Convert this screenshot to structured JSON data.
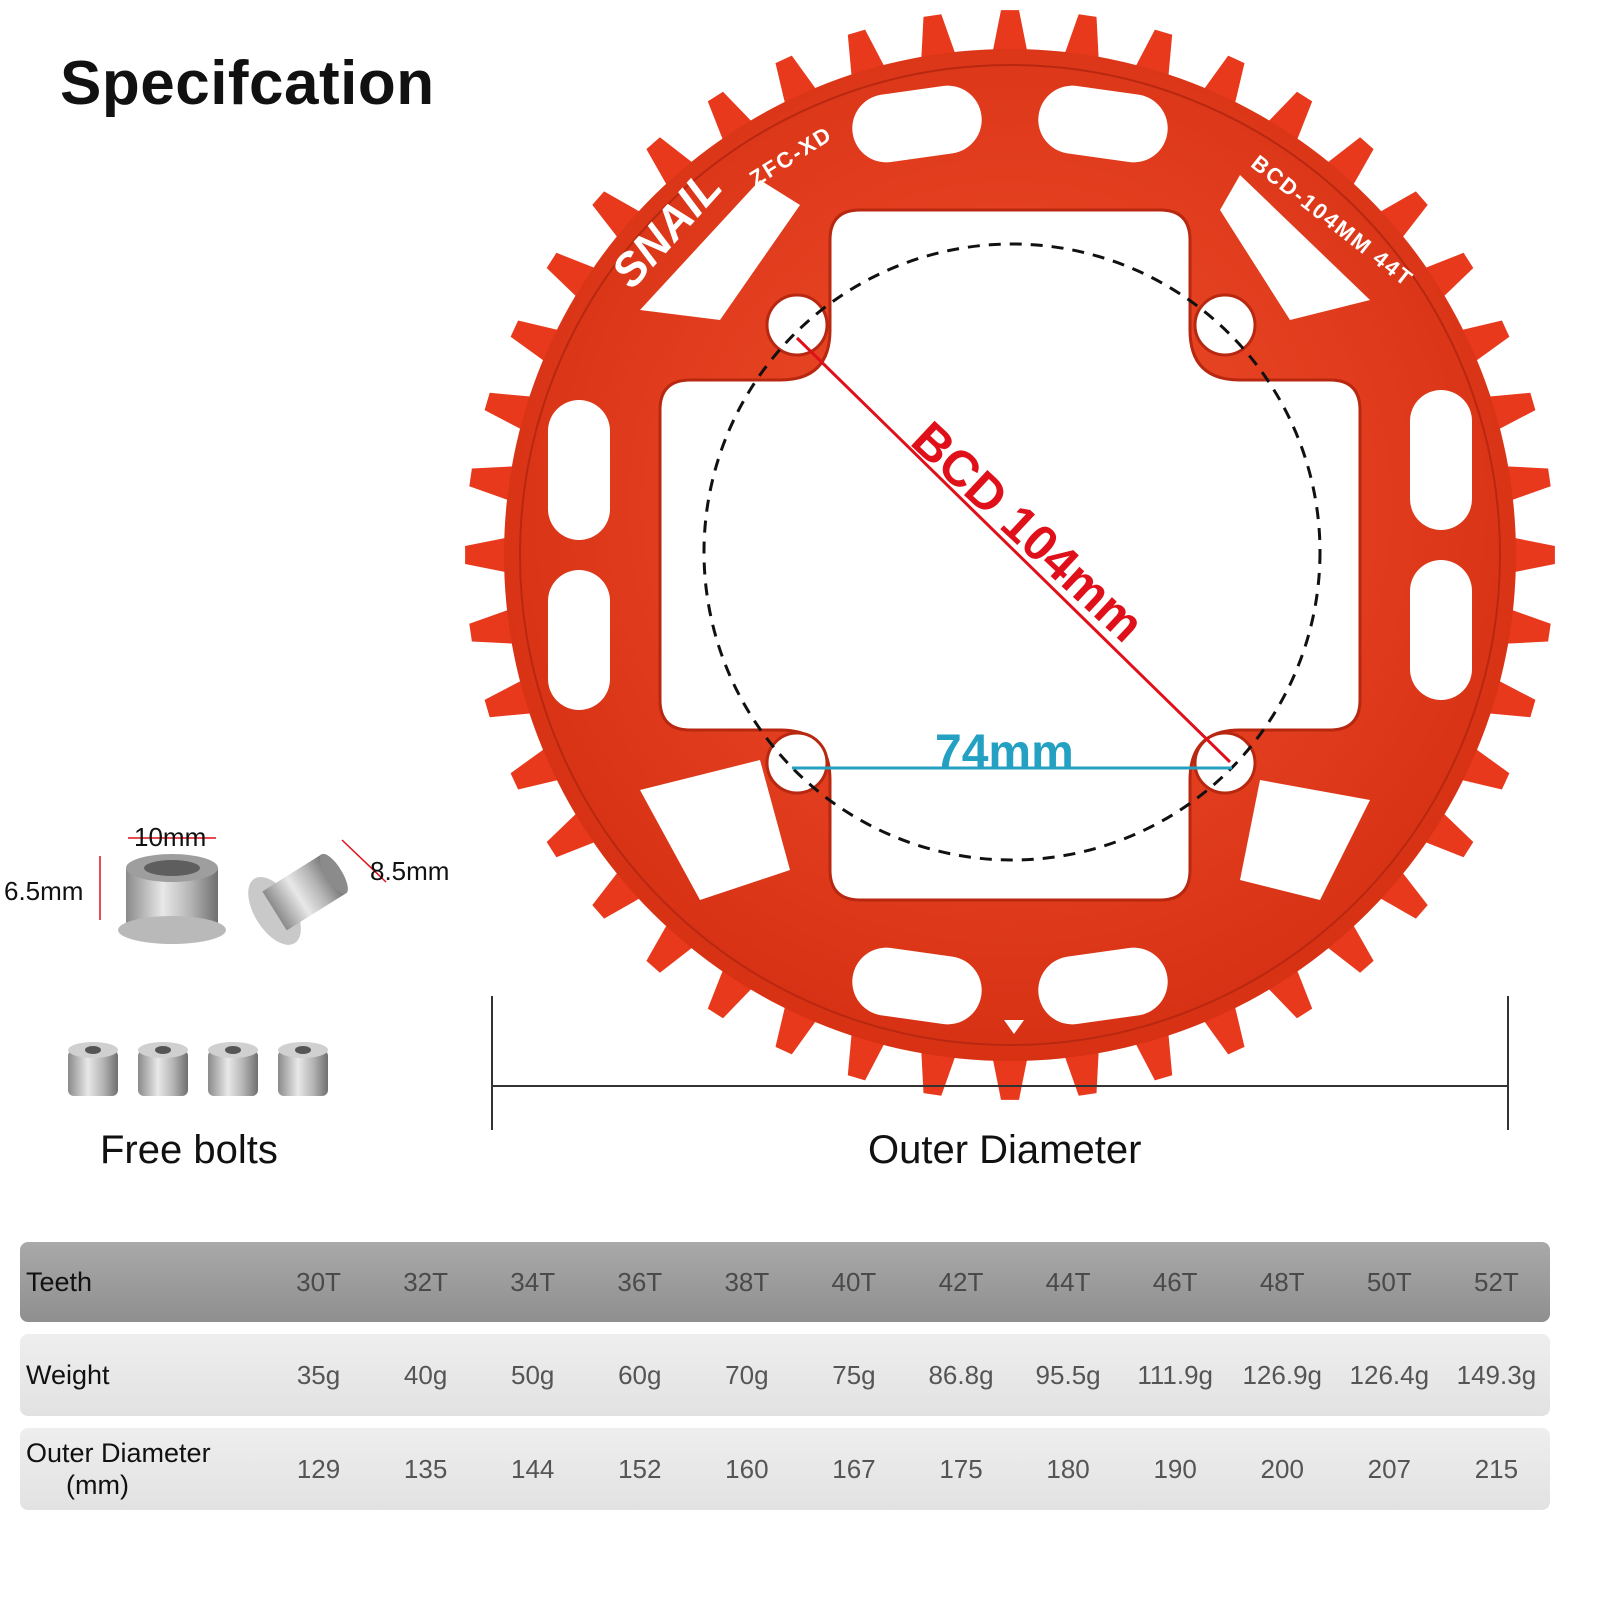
{
  "title": "Specifcation",
  "diagram": {
    "bcd_label": "BCD 104mm",
    "bolt_spacing_label": "74mm",
    "outer_diameter_label": "Outer Diameter",
    "logo_brand": "SNAIL",
    "logo_model": "ZFC-XD",
    "logo_bcd": "BCD-104MM 44T",
    "colors": {
      "chainring": "#e8391d",
      "bcd_line": "#e0101a",
      "spacing_line": "#24a0c2"
    }
  },
  "hardware": {
    "nut_width": "10mm",
    "nut_height": "6.5mm",
    "bolt_size": "8.5mm",
    "free_bolts_label": "Free bolts"
  },
  "table": {
    "teeth_label": "Teeth",
    "weight_label": "Weight",
    "od_label": "Outer Diameter",
    "od_unit": "(mm)",
    "teeth": [
      "30T",
      "32T",
      "34T",
      "36T",
      "38T",
      "40T",
      "42T",
      "44T",
      "46T",
      "48T",
      "50T",
      "52T"
    ],
    "weight": [
      "35g",
      "40g",
      "50g",
      "60g",
      "70g",
      "75g",
      "86.8g",
      "95.5g",
      "111.9g",
      "126.9g",
      "126.4g",
      "149.3g"
    ],
    "outer_diameter": [
      "129",
      "135",
      "144",
      "152",
      "160",
      "167",
      "175",
      "180",
      "190",
      "200",
      "207",
      "215"
    ]
  }
}
